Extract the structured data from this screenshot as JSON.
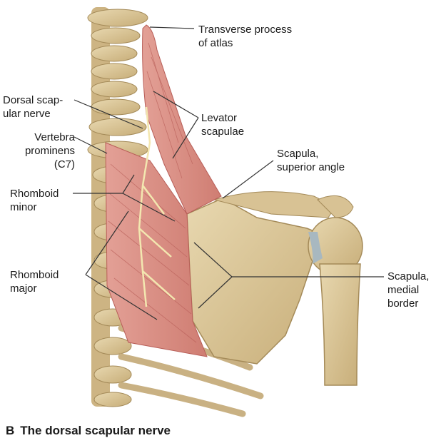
{
  "labels": {
    "transverse_process": [
      "Transverse process",
      "of atlas"
    ],
    "dorsal_scapular_nerve": [
      "Dorsal scap-",
      "ular nerve"
    ],
    "levator_scapulae": [
      "Levator",
      "scapulae"
    ],
    "vertebra_prominens": [
      "Vertebra",
      "prominens",
      "(C7)"
    ],
    "scapula_superior_angle": [
      "Scapula,",
      "superior angle"
    ],
    "rhomboid_minor": [
      "Rhomboid",
      "minor"
    ],
    "rhomboid_major": [
      "Rhomboid",
      "major"
    ],
    "scapula_medial_border": [
      "Scapula,",
      "medial",
      "border"
    ]
  },
  "caption": {
    "letter": "B",
    "title": "The dorsal scapular nerve"
  },
  "colors": {
    "bone": "#dcc89c",
    "bone_shadow": "#b49a66",
    "muscle": "#d98a80",
    "muscle_dark": "#b85e58",
    "cartilage": "#a8b8c0",
    "leader": "#333333"
  }
}
